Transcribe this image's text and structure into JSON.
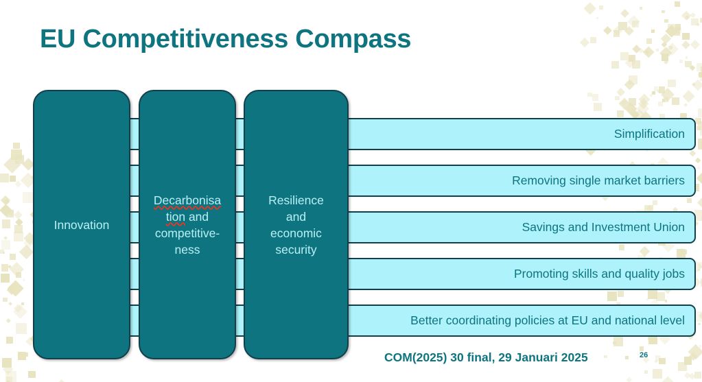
{
  "slide": {
    "title": "EU Competitiveness Compass",
    "number": "26",
    "reference": "COM(2025) 30 final, 29 Januari 2025",
    "colors": {
      "teal": "#0e7480",
      "dark_outline": "#123f4a",
      "bar_fill": "#aef2fb",
      "pillar_text": "#b9f0f7",
      "confetti": "#e8e3bf",
      "background": "#ffffff",
      "spellcheck_underline": "#ff2d1a"
    }
  },
  "pillars": [
    {
      "id": "innovation",
      "label": "Innovation",
      "lines": [
        "Innovation"
      ]
    },
    {
      "id": "decarbonisation-and-competitiveness",
      "label": "Decarbonisation and competitive-ness",
      "lines": [
        "Decarbonisa",
        "tion and",
        "competitive-",
        "ness"
      ],
      "misspelled_segments": [
        "Decarbonisa",
        "tion"
      ]
    },
    {
      "id": "resilience-and-economic-security",
      "label": "Resilience and economic security",
      "lines": [
        "Resilience",
        "and",
        "economic",
        "security"
      ]
    }
  ],
  "bars": [
    {
      "id": "simplification",
      "label": "Simplification"
    },
    {
      "id": "removing-single-market-barriers",
      "label": "Removing single market barriers"
    },
    {
      "id": "savings-and-investment-union",
      "label": "Savings and Investment Union"
    },
    {
      "id": "promoting-skills-and-quality-jobs",
      "label": "Promoting skills and quality jobs"
    },
    {
      "id": "better-coordinating-policies",
      "label": "Better coordinating policies at EU and national level"
    }
  ]
}
